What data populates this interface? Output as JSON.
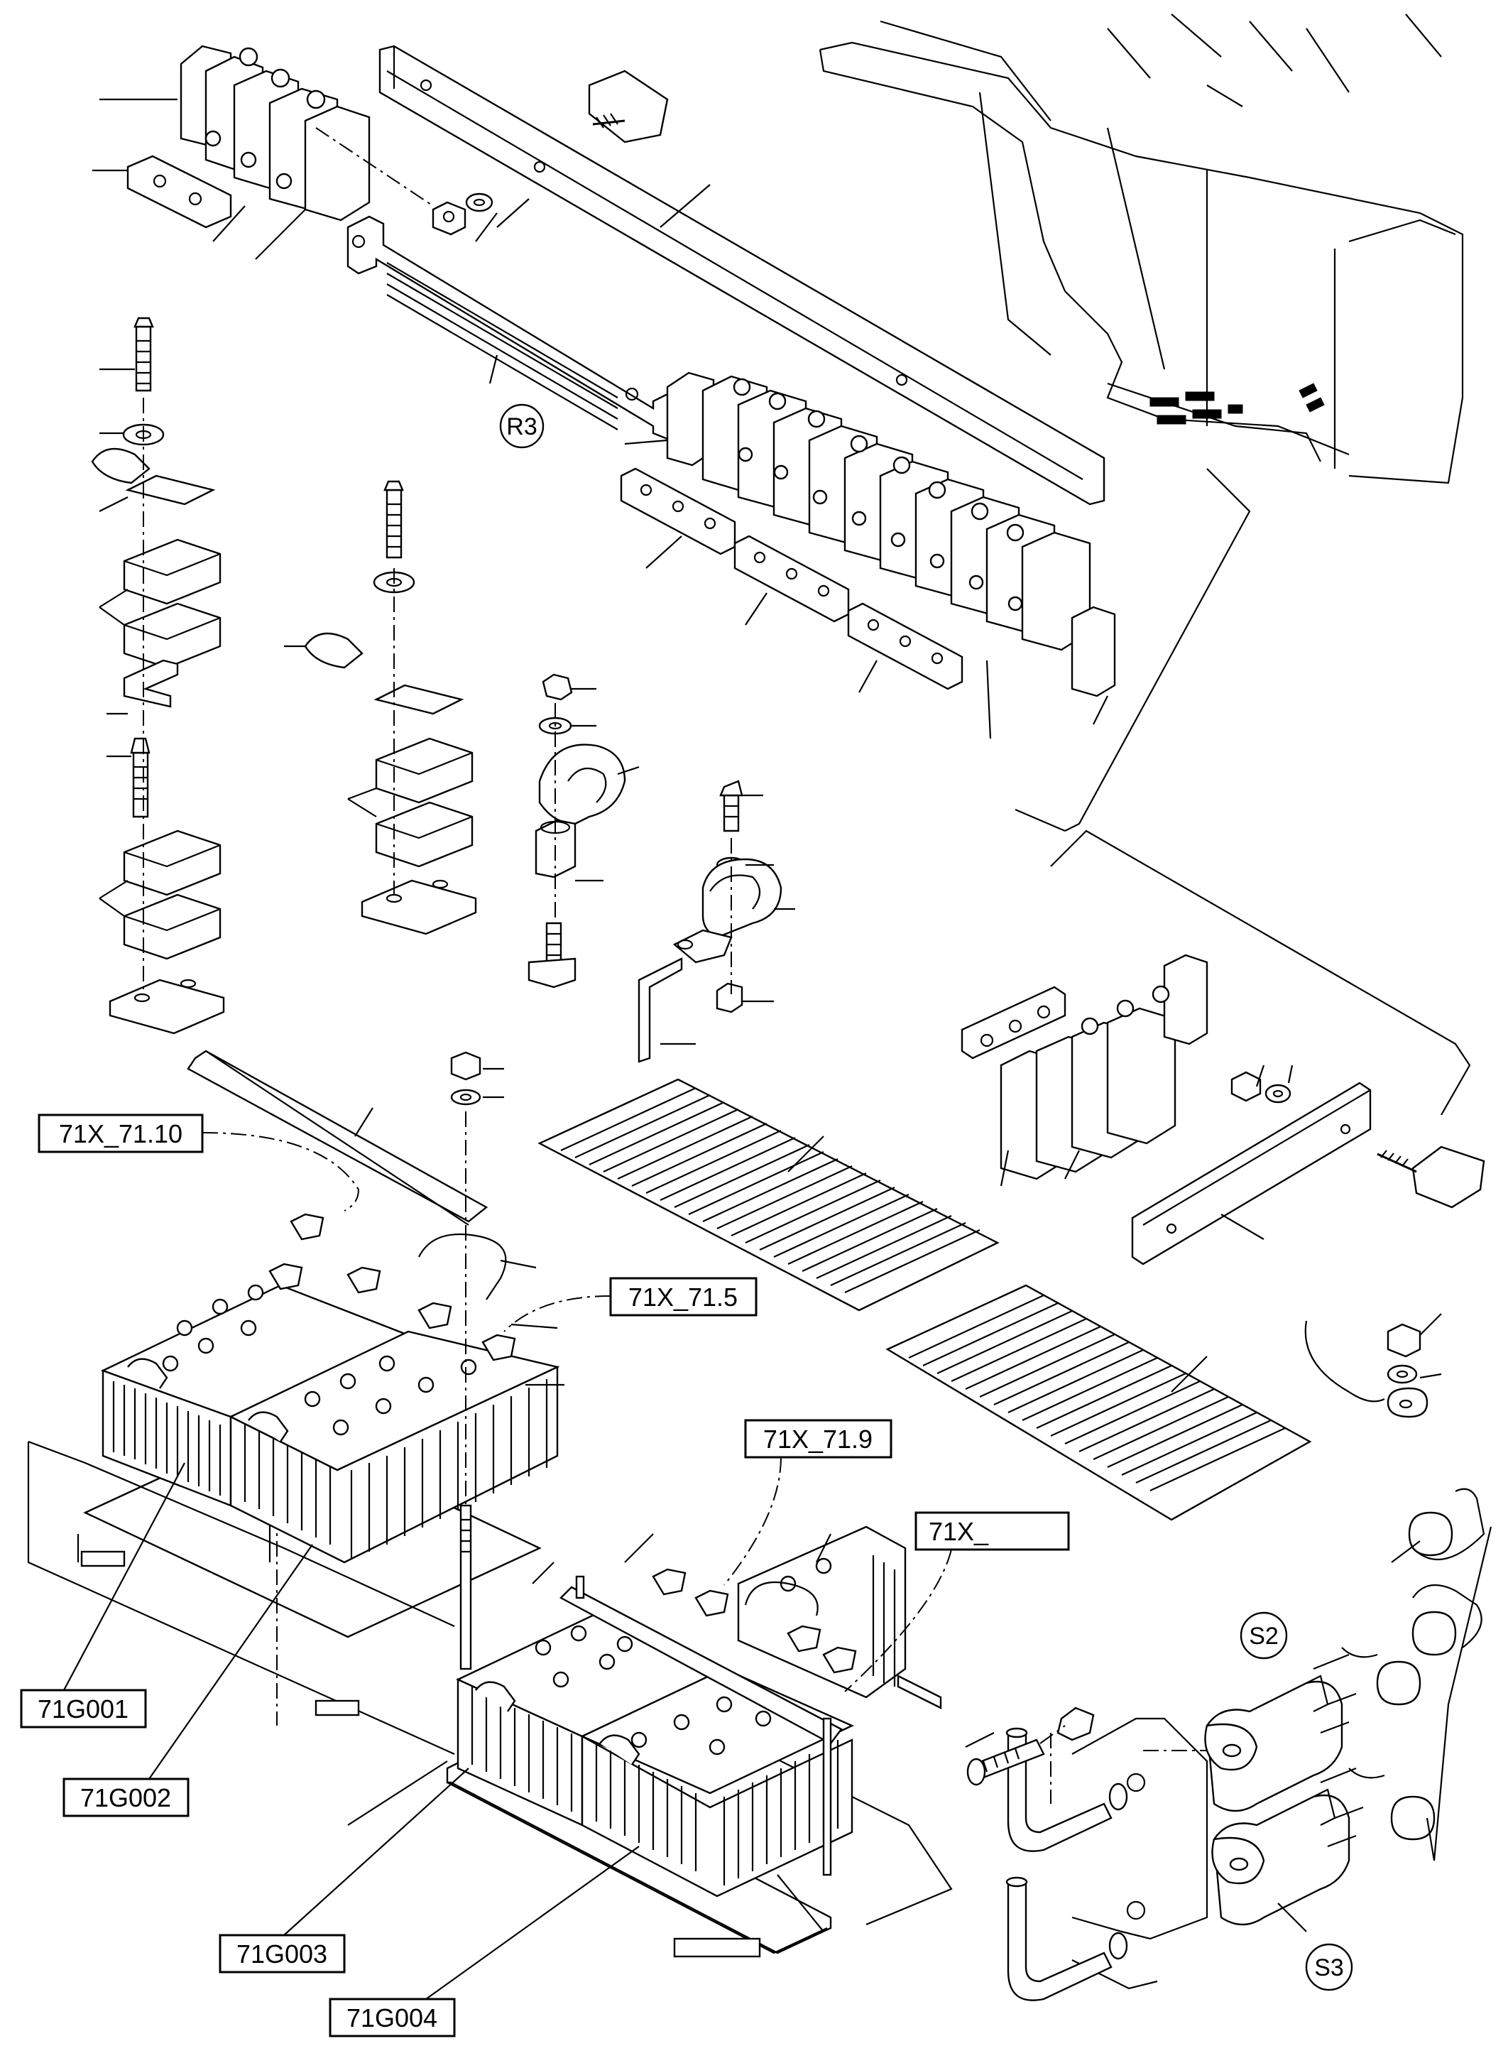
{
  "labels": {
    "r3": "R3",
    "s2": "S2",
    "s3": "S3",
    "x71_10": "71X_71.10",
    "x71_5": "71X_71.5",
    "x71_9": "71X_71.9",
    "x71_blank": "71X_",
    "g001": "71G001",
    "g002": "71G002",
    "g003": "71G003",
    "g004": "71G004"
  }
}
